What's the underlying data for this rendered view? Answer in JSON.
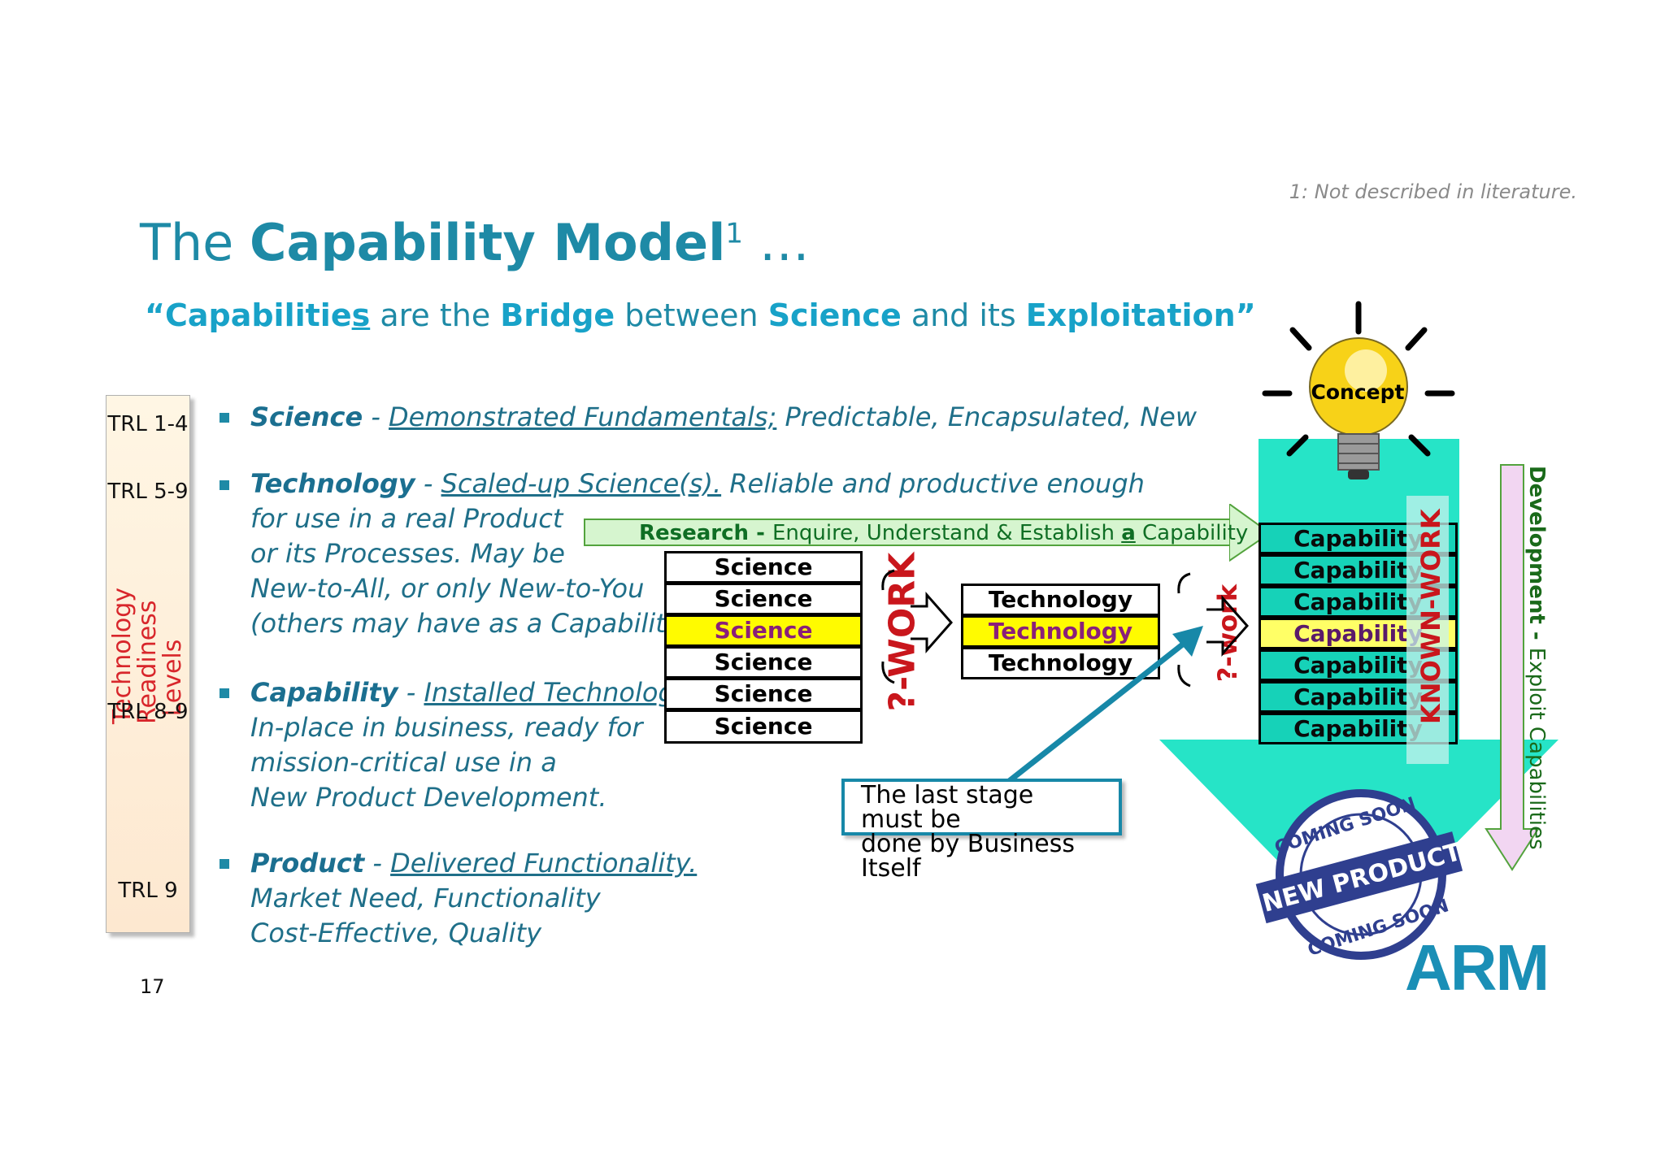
{
  "footnote": "1: Not described in literature.",
  "title": {
    "prefix": "The ",
    "bold": "Capability Model",
    "sup": "1",
    "suffix": " …"
  },
  "subtitle": {
    "q1": "“",
    "w1": "Capabilitie",
    "w1u": "s",
    "w2": " are the ",
    "w3": "Bridge",
    "w4": " between ",
    "w5": "Science",
    "w6": " and its ",
    "w7": "Exploitation",
    "q2": "”"
  },
  "trl": {
    "l1": "TRL  1-4",
    "l2": "TRL 5-9",
    "l3": "TRL 8-9",
    "l4": "TRL 9",
    "vertical": "Technology Readiness Levels"
  },
  "page_number": "17",
  "bullets": {
    "science": {
      "term": "Science",
      "dash": " - ",
      "def": "Demonstrated Fundamentals;",
      "rest": " Predictable, Encapsulated, New"
    },
    "technology": {
      "term": "Technology",
      "dash": " - ",
      "def": "Scaled-up Science(s).",
      "rest": " Reliable and productive enough",
      "l2": "for use in a real Product",
      "l3": "or its Processes. May be",
      "l4": "New-to-All, or only New-to-You",
      "l5": "(others may have as a Capability)"
    },
    "capability": {
      "term": "Capability",
      "dash": " - ",
      "def": "Installed Technology ",
      "l2": "In-place in business, ready for",
      "l3": "mission-critical use in a",
      "l4": "New Product Development."
    },
    "product": {
      "term": "Product",
      "dash": " - ",
      "def": "Delivered Functionality.",
      "l2": "Market Need, Functionality",
      "l3": "Cost-Effective, Quality"
    }
  },
  "research": {
    "bold": "Research - ",
    "text1": " Enquire, Understand & Establish ",
    "a": "a",
    "text2": " Capability"
  },
  "science_stack": [
    "Science",
    "Science",
    "Science",
    "Science",
    "Science",
    "Science"
  ],
  "technology_stack": [
    "Technology",
    "Technology",
    "Technology"
  ],
  "capability_stack": [
    "Capability",
    "Capability",
    "Capability",
    "Capability",
    "Capability",
    "Capability",
    "Capability"
  ],
  "qwork_big": "?-WORK",
  "qwork_small": "?-work",
  "known_work": "KNOWN-WORK",
  "development": {
    "bold": "Development - ",
    "rest": " Exploit Capabilities"
  },
  "concept": "Concept",
  "callout": {
    "l1": "The last stage must be",
    "l2": "done by Business Itself"
  },
  "stamp": {
    "top": "COMING SOON",
    "middle": "NEW PRODUCT",
    "bottom": "COMING SOON"
  },
  "logo": "ARM",
  "colors": {
    "accent": "#1e8aa6",
    "teal": "#16d2b8",
    "highlight": "#fffb00",
    "work_red": "#c9161c",
    "research_green": "#0f6e24"
  }
}
